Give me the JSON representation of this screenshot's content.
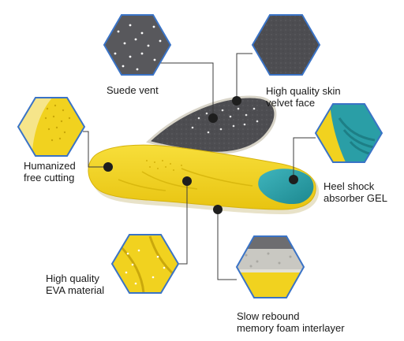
{
  "callouts": {
    "suede_vent": "Suede vent",
    "skin_velvet": "High quality skin\nvelvet face",
    "humanized_cutting": "Humanized\nfree cutting",
    "heel_gel": "Heel shock\nabsorber GEL",
    "eva_material": "High quality\nEVA material",
    "memory_foam": "Slow rebound\nmemory foam interlayer"
  },
  "colors": {
    "insole_yellow": "#f3d31f",
    "top_fabric_grey": "#5a5a5e",
    "gel_teal": "#2a9ea6",
    "hexagon_border": "#3a73c6",
    "connector_line": "#3b3b3b"
  },
  "icons": {
    "detail_swatches": [
      "vent-pattern",
      "velvet-texture",
      "yellow-arch",
      "blue-gel",
      "eva-groove",
      "foam-layers"
    ]
  }
}
